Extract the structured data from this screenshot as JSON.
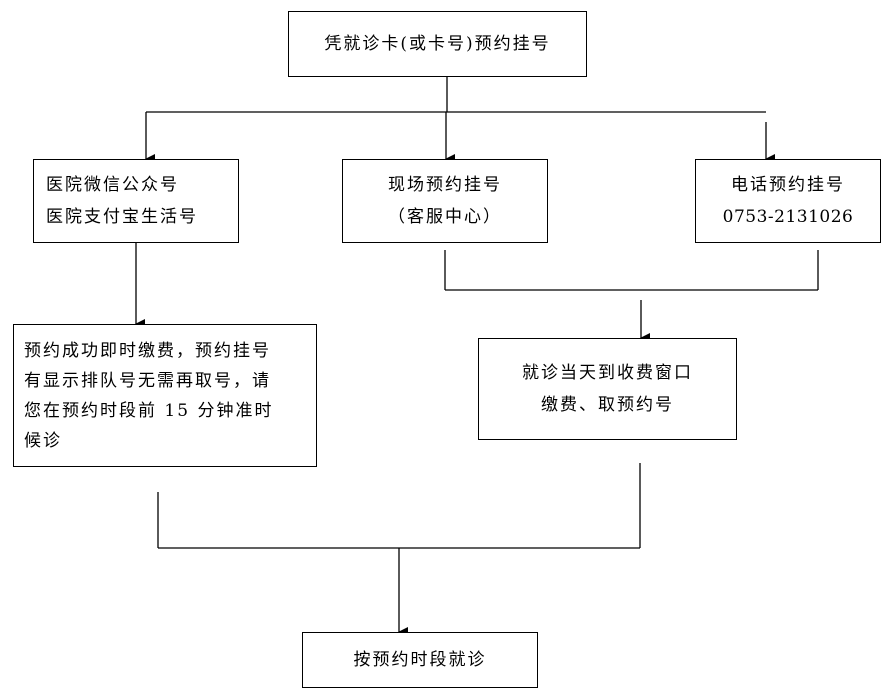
{
  "nodes": {
    "start": "凭就诊卡(或卡号)预约挂号",
    "wechat": [
      "医院微信公众号",
      "医院支付宝生活号"
    ],
    "onsite": [
      "现场预约挂号",
      "（客服中心）"
    ],
    "phone": [
      "电话预约挂号",
      "0753-2131026"
    ],
    "prepaid": [
      "预约成功即时缴费，预约挂号",
      "有显示排队号无需再取号，请",
      "您在预约时段前 15 分钟准时",
      "候诊"
    ],
    "counter": [
      "就诊当天到收费窗口",
      "缴费、取预约号"
    ],
    "end": "按预约时段就诊"
  }
}
